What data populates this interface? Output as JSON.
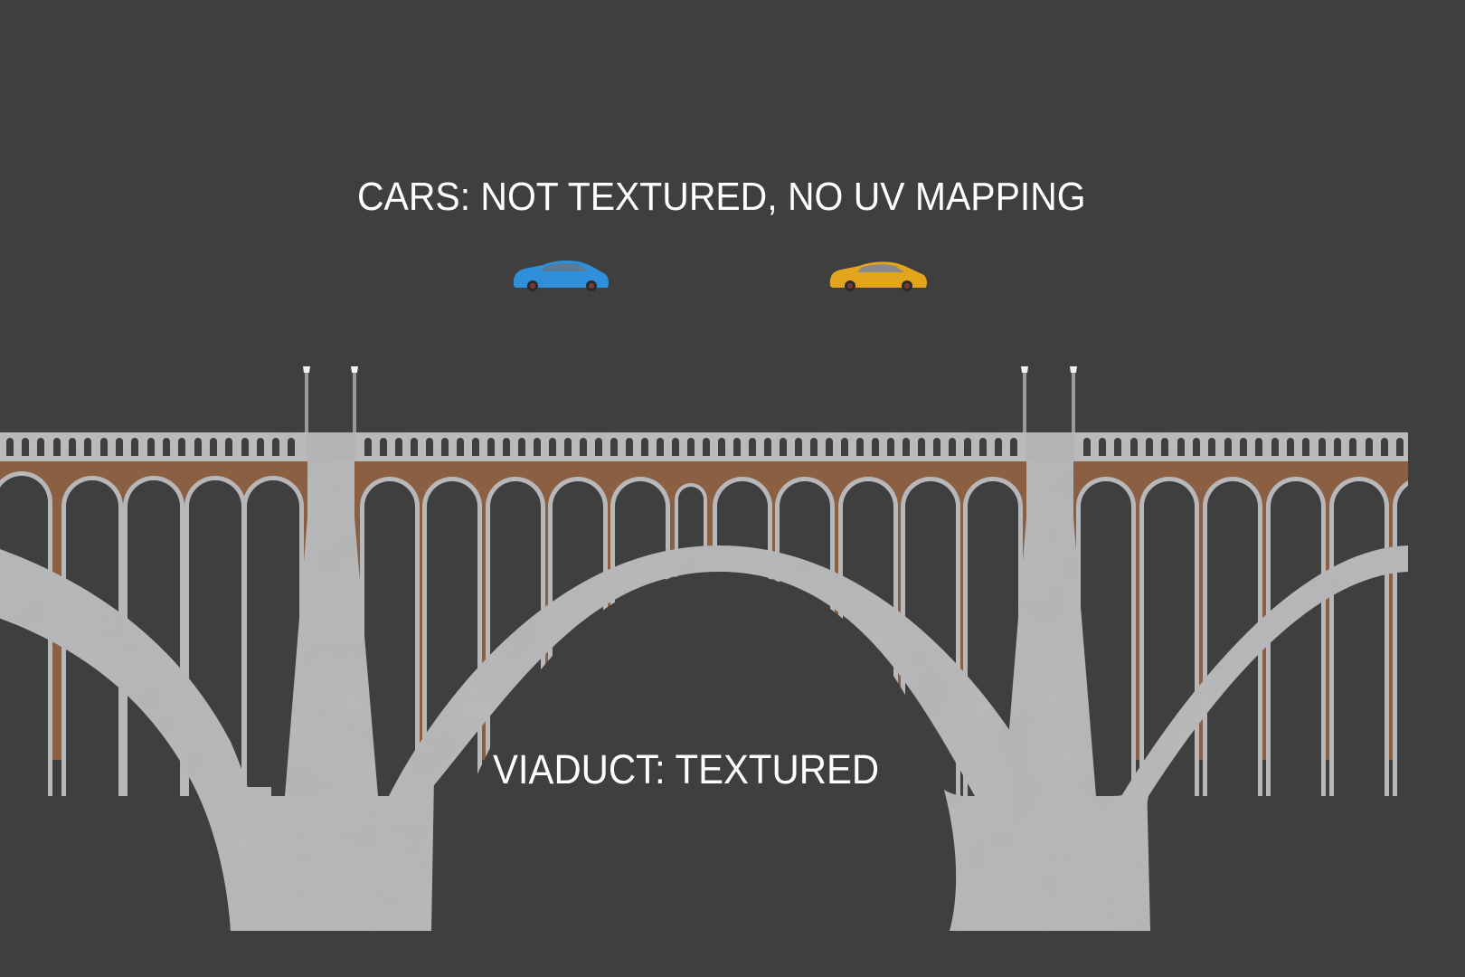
{
  "labels": {
    "cars": "CARS: NOT TEXTURED, NO UV MAPPING",
    "viaduct": "VIADUCT: TEXTURED"
  },
  "scene": {
    "background_color": "#3f3f3f",
    "concrete_color": "#b4b4b6",
    "brick_color": "#8a5f42",
    "cars": [
      {
        "name": "blue-car",
        "color": "#2f8fd8"
      },
      {
        "name": "yellow-car",
        "color": "#e3a51c"
      }
    ],
    "lamp_posts": 4
  }
}
